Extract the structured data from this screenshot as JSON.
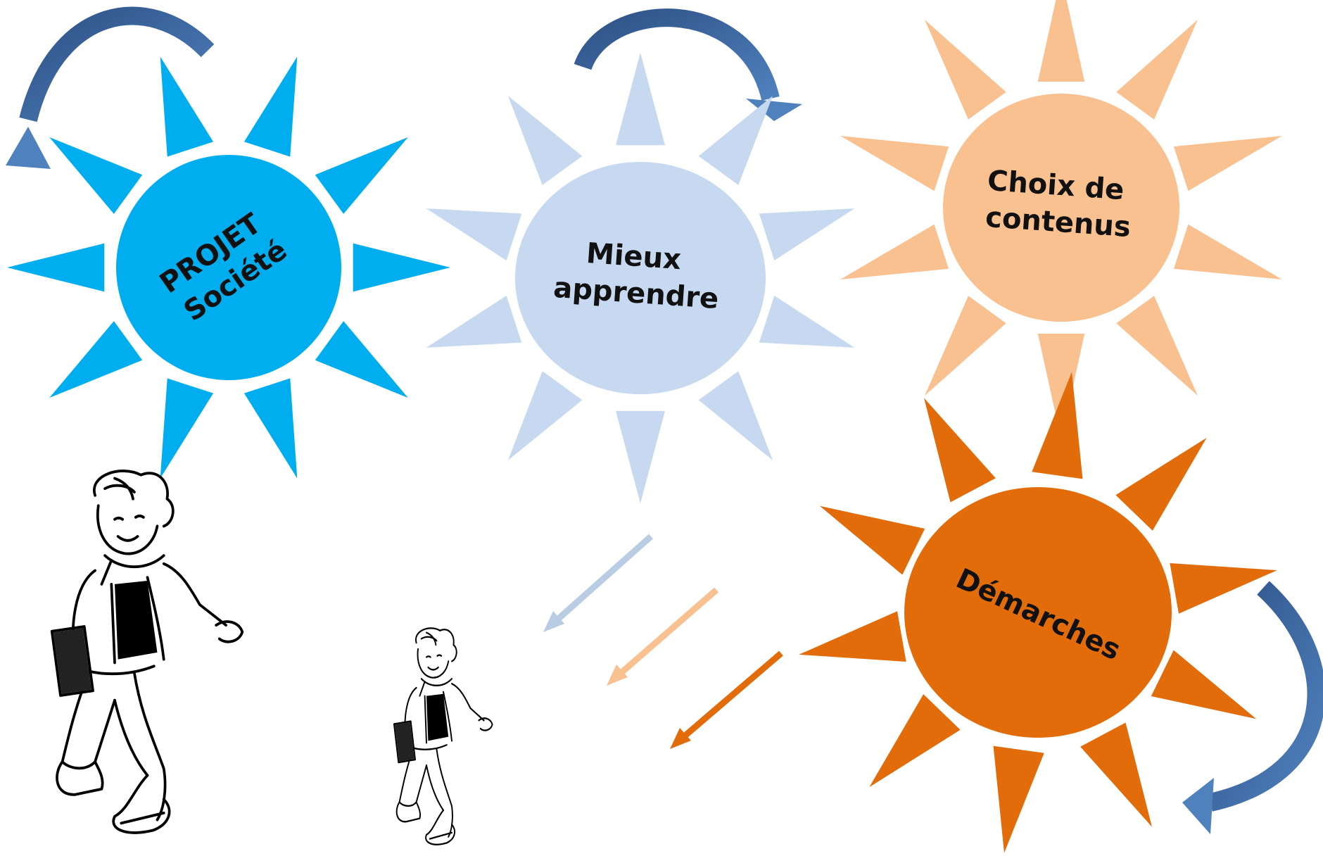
{
  "suns": [
    {
      "id": "projet-societe",
      "lines": [
        "PROJET",
        "Société"
      ],
      "color": "#00AEEF"
    },
    {
      "id": "mieux-apprendre",
      "lines": [
        "Mieux",
        "apprendre"
      ],
      "color": "#C6D9F0"
    },
    {
      "id": "choix-de-contenus",
      "lines": [
        "Choix de",
        "contenus"
      ],
      "color": "#F9C090"
    },
    {
      "id": "demarches",
      "lines": [
        "Démarches"
      ],
      "color": "#E36C0A"
    }
  ],
  "colors": {
    "curved_arrow": "#4F81BD",
    "curved_arrow_dark": "#2E5287",
    "line_arrow_1": "#B8CCE4",
    "line_arrow_2": "#F9C090",
    "line_arrow_3": "#E36C0A"
  },
  "figures": [
    {
      "id": "running-boy-large"
    },
    {
      "id": "running-boy-small"
    }
  ]
}
